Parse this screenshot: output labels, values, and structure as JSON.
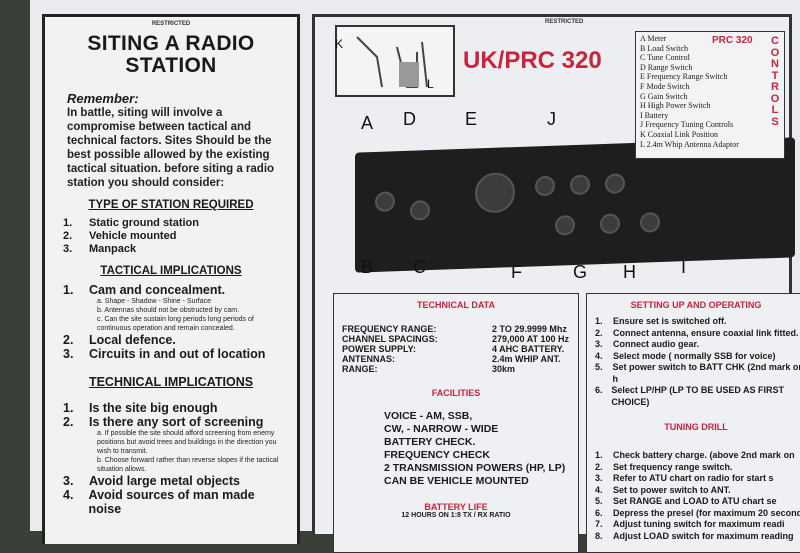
{
  "left": {
    "restricted": "RESTRICTED",
    "title": "SITING A RADIO STATION",
    "remember": "Remember:",
    "intro": "In battle, siting will involve a compromise between tactical and technical factors. Sites Should be the best possible allowed by the existing tactical situation. before siting a radio station you should consider:",
    "type_heading": "TYPE OF STATION REQUIRED",
    "types": [
      "Static ground station",
      "Vehicle mounted",
      "Manpack"
    ],
    "tactical_heading": "TACTICAL IMPLICATIONS",
    "tactical": [
      {
        "text": "Cam and concealment.",
        "subs": [
          "a. Shape - Shadow - Shine - Surface",
          "b. Antennas should not be obstructed by cam.",
          "c. Can the site sustain long periods long periods of continuous operation and remain concealed."
        ]
      },
      {
        "text": "Local defence.",
        "subs": []
      },
      {
        "text": "Circuits in and out of location",
        "subs": []
      }
    ],
    "technical_heading": "TECHNICAL IMPLICATIONS",
    "technical": [
      {
        "text": "Is the site big enough",
        "subs": []
      },
      {
        "text": "Is there any sort of screening",
        "subs": [
          "a. If possible the site should afford screening from enemy positions but avoid trees and buildings in the direction you wish to transmit.",
          "b. Choose forward rather than reverse slopes if the tactical situation allows."
        ]
      },
      {
        "text": "Avoid large metal objects",
        "subs": []
      },
      {
        "text": "Avoid sources of man made noise",
        "subs": []
      }
    ]
  },
  "right": {
    "restricted": "RESTRICTED",
    "title": "UK/PRC 320",
    "legend_title": "PRC 320",
    "legend_side": "CONTROLS",
    "controls": [
      "A  Meter",
      "B  Load Switch",
      "C  Tune Control",
      "D  Range Switch",
      "E  Frequency Range Switch",
      "F  Mode Switch",
      "G  Gain Switch",
      "H  High Power Switch",
      "I  Battery",
      "J  Frequency Tuning Controls",
      "K  Coaxial Link Position",
      "L  2.4m Whip Antenna Adaptor"
    ],
    "labels": [
      "A",
      "B",
      "C",
      "D",
      "E",
      "F",
      "G",
      "H",
      "I",
      "J",
      "K",
      "L"
    ],
    "technical_data": {
      "heading": "TECHNICAL DATA",
      "rows": [
        [
          "FREQUENCY RANGE:",
          "2 TO 29.9999 Mhz"
        ],
        [
          "CHANNEL SPACINGS:",
          "279,000 AT 100 Hz"
        ],
        [
          "POWER SUPPLY:",
          "4 AHC BATTERY."
        ],
        [
          "ANTENNAS:",
          "2.4m WHIP ANT."
        ],
        [
          "RANGE:",
          "30km"
        ]
      ]
    },
    "facilities": {
      "heading": "FACILITIES",
      "items": [
        "VOICE - AM, SSB,",
        "CW, - NARROW - WIDE",
        "BATTERY CHECK.",
        "FREQUENCY CHECK",
        "2 TRANSMISSION POWERS (HP, LP)",
        "CAN BE VEHICLE MOUNTED"
      ]
    },
    "battery": {
      "heading": "BATTERY LIFE",
      "text": "12 HOURS ON 1:8 TX / RX RATIO"
    },
    "setup": {
      "heading": "SETTING UP AND OPERATING",
      "steps": [
        "Ensure set is switched off.",
        "Connect antenna, ensure coaxial link fitted.",
        "Connect audio gear.",
        "Select mode ( normally SSB for voice)",
        "Set power switch to BATT CHK (2nd mark or h",
        "Select LP/HP (LP TO BE USED AS FIRST CHOICE)"
      ]
    },
    "tuning": {
      "heading": "TUNING DRILL",
      "steps": [
        "Check battery charge. (above 2nd mark on",
        "Set frequency range switch.",
        "Refer to ATU chart on radio for start s",
        "Set to power switch to ANT.",
        "Set RANGE and LOAD to ATU chart se",
        "Depress the presel (for maximum 20 second",
        "Adjust tuning switch for maximum readi",
        "Adjust LOAD switch for maximum reading"
      ]
    }
  }
}
